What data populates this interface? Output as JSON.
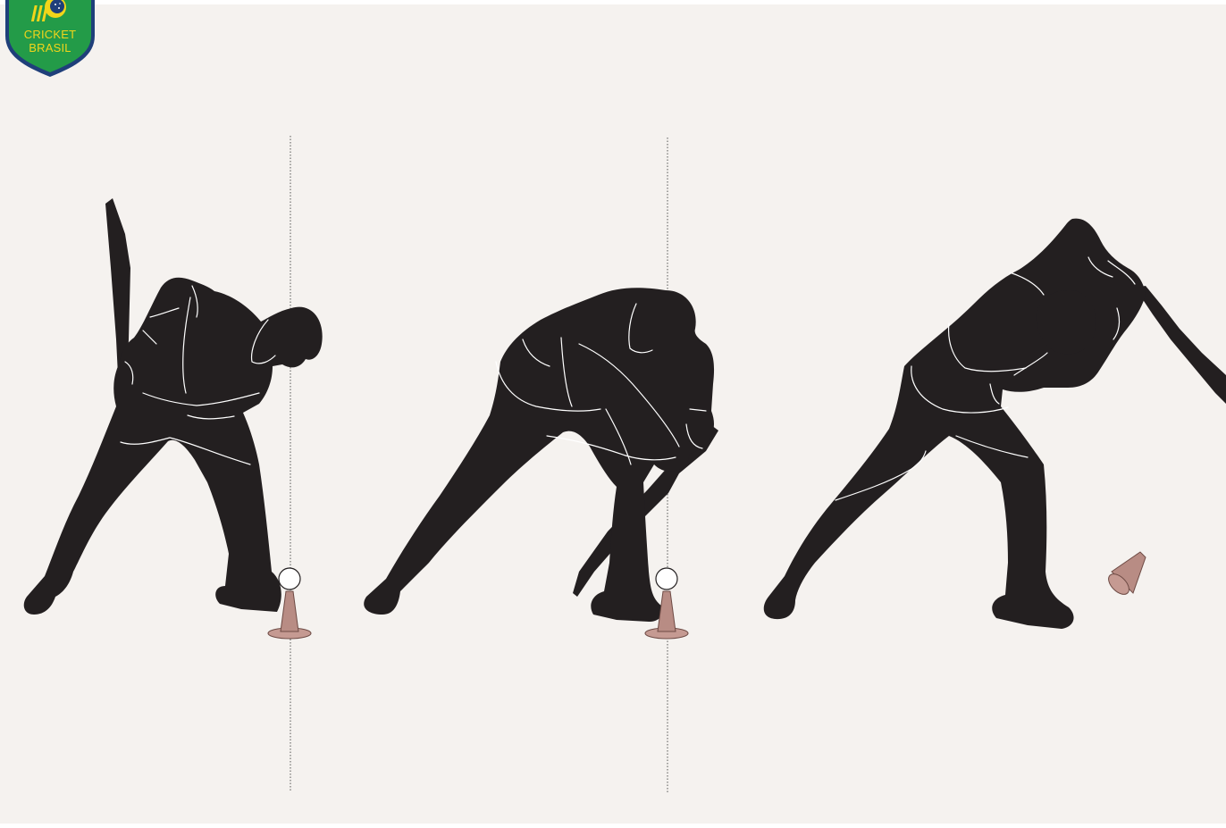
{
  "logo": {
    "line1": "CRICKET",
    "line2": "BRASIL",
    "colors": {
      "shield_fill": "#239b48",
      "shield_border": "#1f3f7a",
      "text": "#f2d51a",
      "emblem": "#f2d51a"
    }
  },
  "illustration": {
    "figure_color": "#231f20",
    "background": "#f5f2ef",
    "cone_color": "#b88c84",
    "frames": [
      {
        "stage": "backswing",
        "cone": "upright",
        "ball_on_cone": true,
        "guide_line": true
      },
      {
        "stage": "impact",
        "cone": "upright",
        "ball_on_cone": true,
        "guide_line": true
      },
      {
        "stage": "follow-through",
        "cone": "knocked-over",
        "ball_on_cone": false,
        "guide_line": false
      }
    ]
  }
}
